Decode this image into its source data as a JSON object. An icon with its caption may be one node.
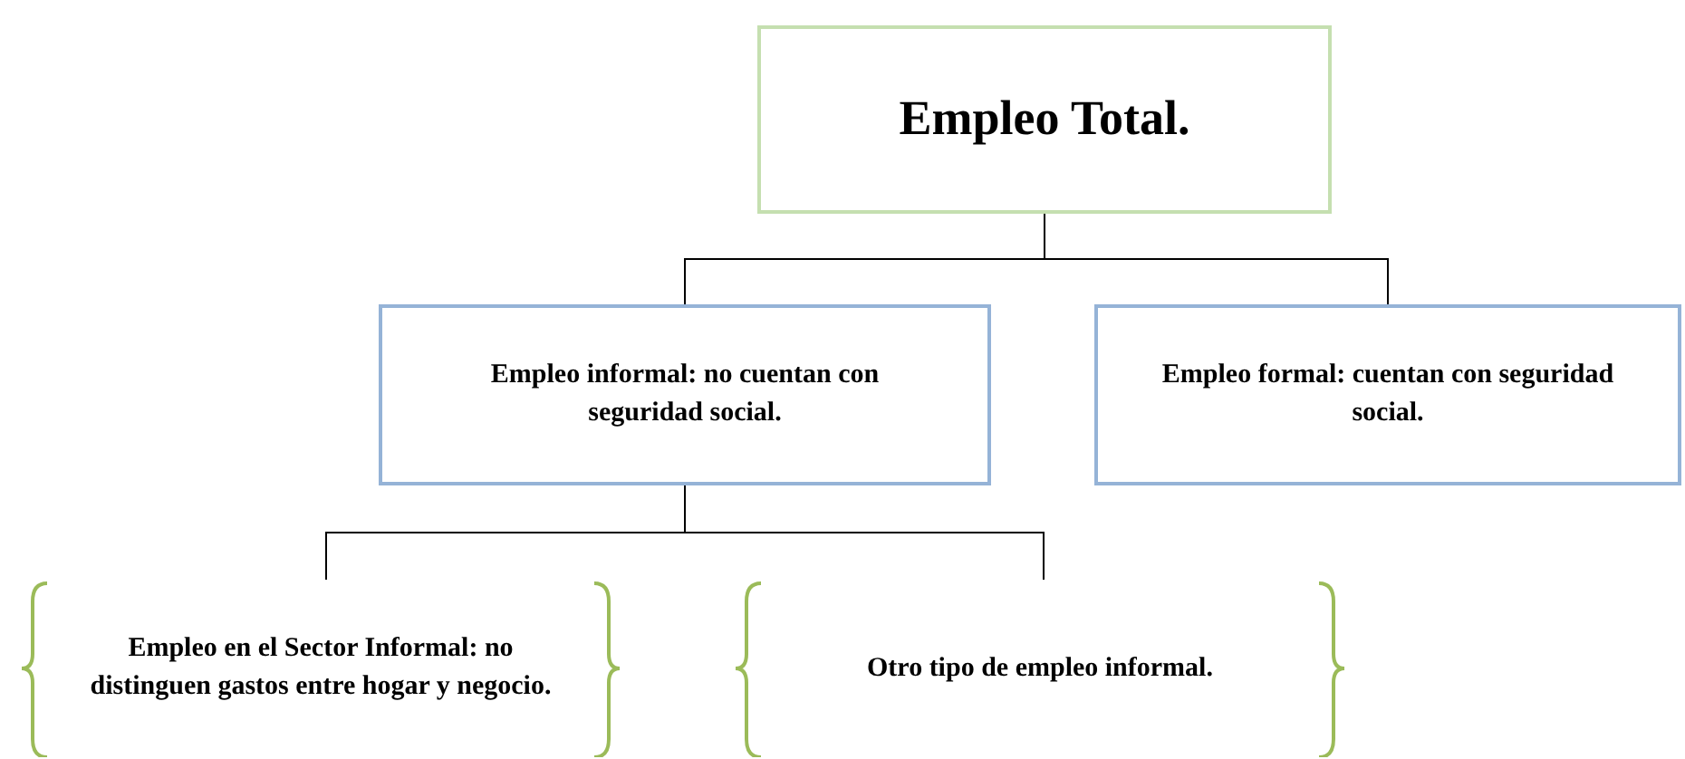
{
  "diagram": {
    "nodes": [
      {
        "text": [
          "Empleo Total."
        ]
      },
      {
        "text": [
          "Empleo informal: no cuentan con seguridad social."
        ]
      },
      {
        "text": [
          "Empleo formal:  cuentan con seguridad social."
        ]
      },
      {
        "text": [
          "Empleo en el Sector Informal: no distinguen gastos entre hogar y negocio."
        ]
      },
      {
        "text": [
          "Otro tipo de empleo informal."
        ]
      }
    ],
    "edges": [
      {
        "from": 0,
        "to": 1,
        "arrow": "none"
      },
      {
        "from": 0,
        "to": 2,
        "arrow": "none"
      },
      {
        "from": 1,
        "to": 3,
        "arrow": "none"
      },
      {
        "from": 1,
        "to": 4,
        "arrow": "none"
      }
    ]
  }
}
